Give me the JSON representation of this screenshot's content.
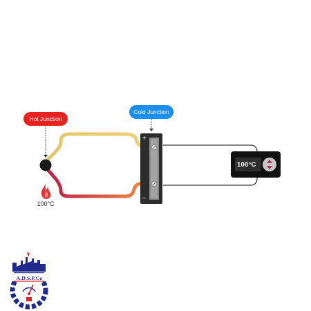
{
  "labels": {
    "hot_junction": "Hot Junction",
    "cold_junction": "Cold Junction",
    "hot_temperature": "100°C",
    "meter_reading": "100°C"
  },
  "terminals": {
    "positive": "+",
    "negative": "−"
  },
  "logo": {
    "text": "A.D.S.P.Co"
  },
  "colors": {
    "hot_pill": "#e8231f",
    "cold_pill": "#1b8ff0",
    "wire_top": "#e7cd72",
    "wire_bottom_start": "#c8284c",
    "wire_bottom_end": "#ef8a46",
    "lead_wire": "#333333",
    "block_body": "#2c2c2c",
    "meter_body": "#111111",
    "logo_blue": "#1f2a8c",
    "logo_red": "#d3262b",
    "flame": "#e0353a"
  },
  "icons": {
    "flame": "flame-icon",
    "meter_buttons": "up-down-arrow-icon",
    "logo": "factory-gear-logo-icon"
  }
}
